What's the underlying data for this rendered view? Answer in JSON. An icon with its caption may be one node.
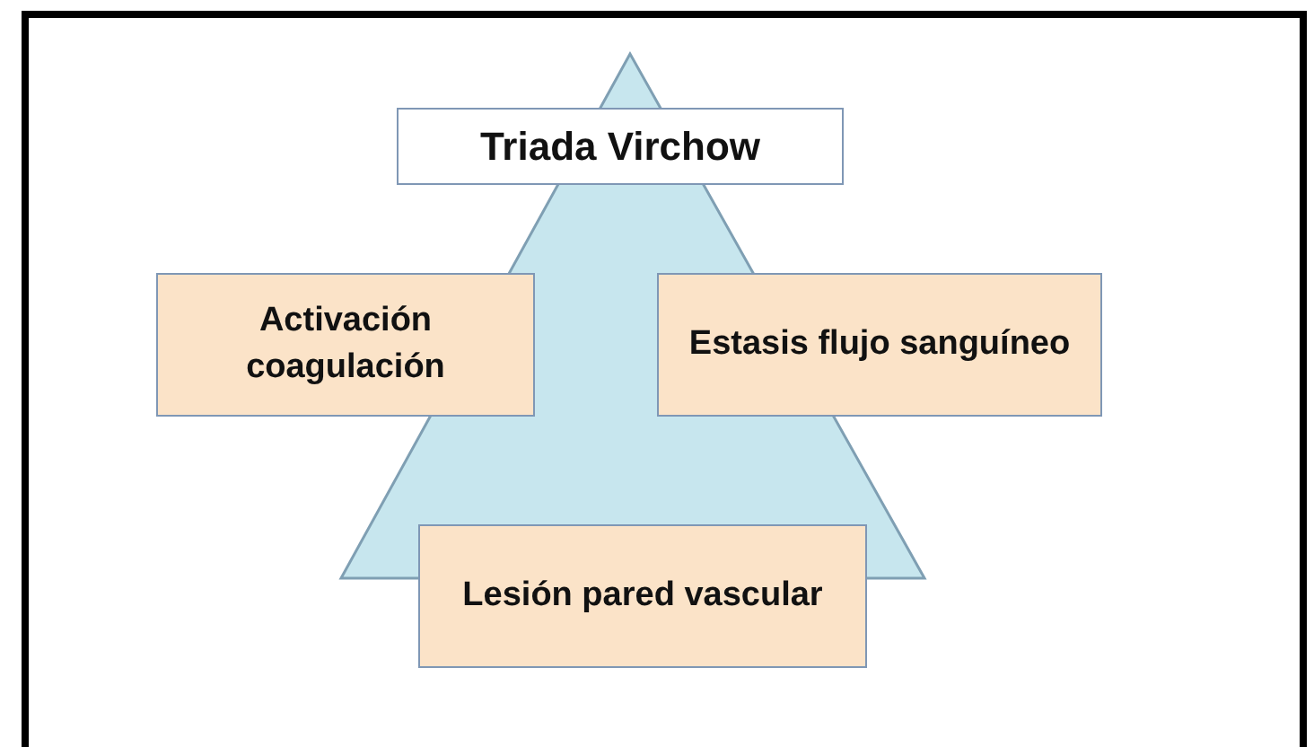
{
  "diagram": {
    "nodes": [
      {
        "text": [
          "Triada Virchow"
        ]
      },
      {
        "text": [
          "Activación coagulación"
        ]
      },
      {
        "text": [
          "Estasis flujo sanguíneo"
        ]
      },
      {
        "text": [
          "Lesión pared vascular"
        ]
      }
    ]
  }
}
